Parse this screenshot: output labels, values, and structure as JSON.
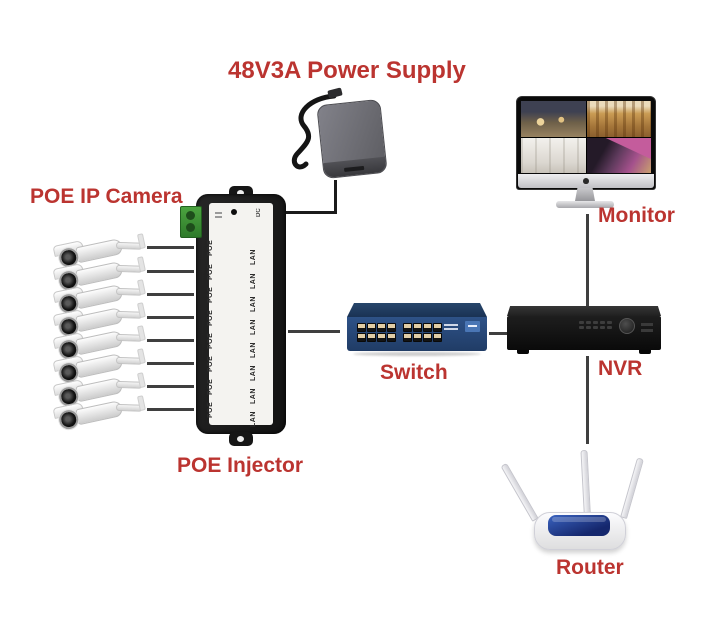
{
  "title": "48V3A Power Supply",
  "labels": {
    "cameras": "POE IP Camera",
    "injector": "POE Injector",
    "switch": "Switch",
    "monitor": "Monitor",
    "nvr": "NVR",
    "router": "Router"
  },
  "injector": {
    "dc_label": "DC",
    "poe_ports": [
      "POE",
      "POE",
      "POE",
      "POE",
      "POE",
      "POE",
      "POE",
      "POE"
    ],
    "lan_ports": [
      "LAN",
      "LAN",
      "LAN",
      "LAN",
      "LAN",
      "LAN",
      "LAN",
      "LAN"
    ]
  },
  "counts": {
    "cameras": 8,
    "camera_cables": 8,
    "switch_ports": 16
  },
  "colors": {
    "label_red": "#bb3430",
    "cable_gray": "#3f3f3f",
    "power_cable_black": "#1b1b1b",
    "injector_body": "#1b1b1b",
    "injector_label_bg": "#f4f3f0",
    "terminal_green": "#3e9137",
    "switch_blue": "#2b4d80",
    "router_blue": "#1d3a8c",
    "power_supply_gray": "#6e6e73"
  }
}
